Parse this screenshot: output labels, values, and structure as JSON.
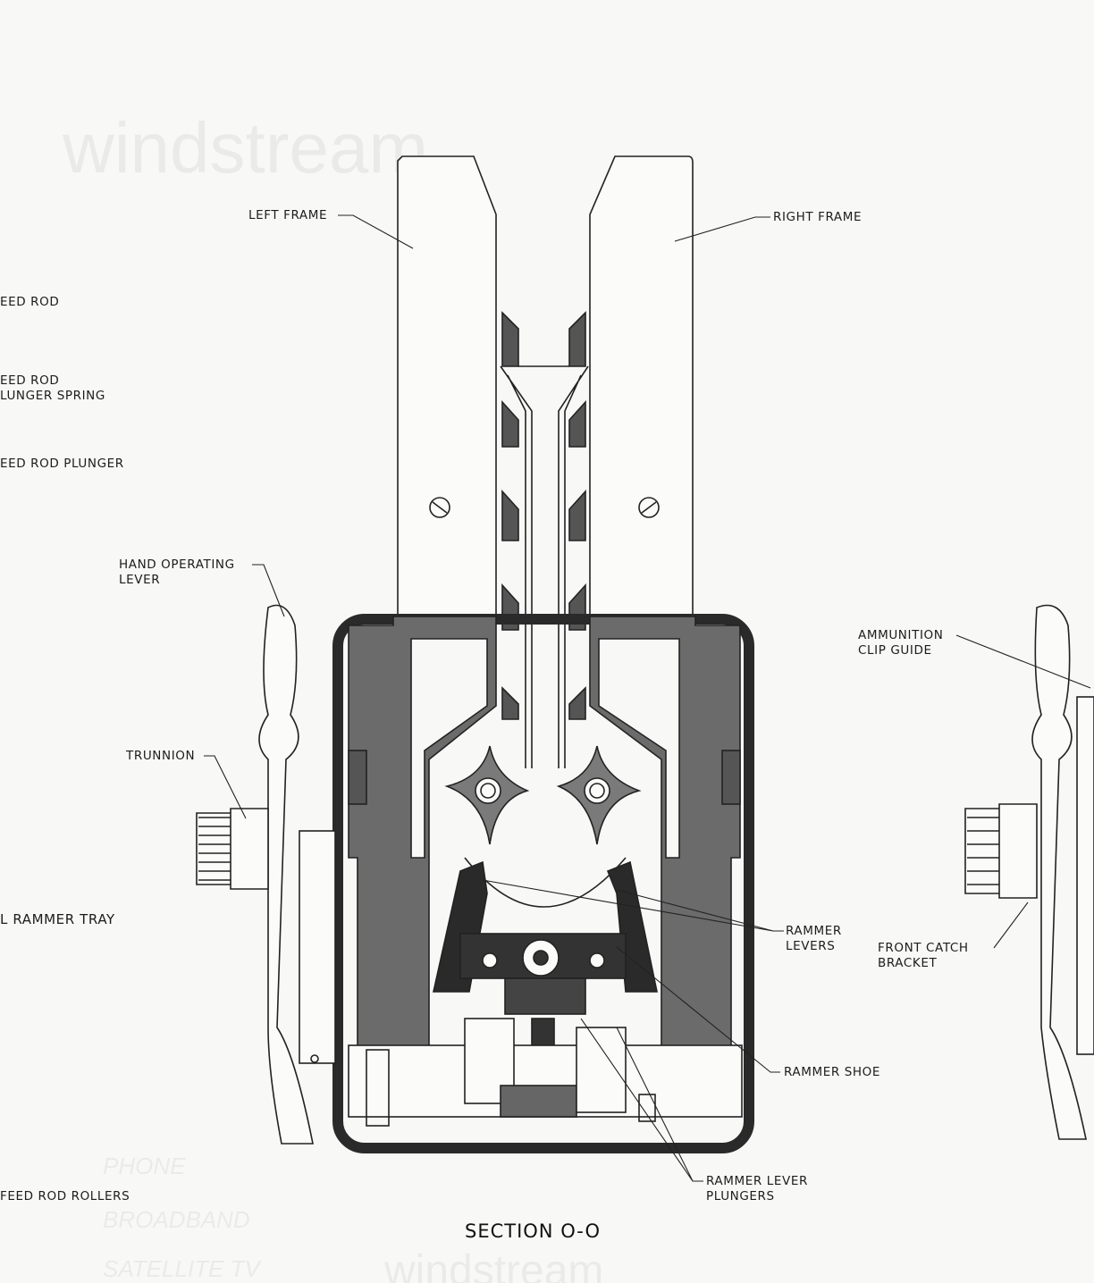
{
  "bleedthrough": {
    "brand_top": "windstream",
    "phone": "PHONE",
    "broadband": "BROADBAND",
    "satellite": "SATELLITE TV",
    "brand_bottom": "windstream"
  },
  "labels": {
    "left_frame": "LEFT FRAME",
    "right_frame": "RIGHT FRAME",
    "feed_rod": "EED ROD",
    "feed_rod_plunger_spring_1": "EED ROD",
    "feed_rod_plunger_spring_2": "LUNGER SPRING",
    "feed_rod_plunger": "EED ROD PLUNGER",
    "hand_operating_lever_1": "HAND OPERATING",
    "hand_operating_lever_2": "LEVER",
    "trunnion": "TRUNNION",
    "rammer_tray": "L RAMMER TRAY",
    "feed_rod_rollers": "FEED ROD ROLLERS",
    "ammunition_clip_guide_1": "AMMUNITION",
    "ammunition_clip_guide_2": "CLIP GUIDE",
    "rammer_levers_1": "RAMMER",
    "rammer_levers_2": "LEVERS",
    "front_catch_bracket_1": "FRONT CATCH",
    "front_catch_bracket_2": "BRACKET",
    "rammer_shoe": "RAMMER SHOE",
    "rammer_lever_plungers_1": "RAMMER LEVER",
    "rammer_lever_plungers_2": "PLUNGERS"
  },
  "caption": "SECTION O-O",
  "colors": {
    "dark": "#2e2e2e",
    "mid": "#6b6b6b",
    "light": "#fbfbf9"
  }
}
